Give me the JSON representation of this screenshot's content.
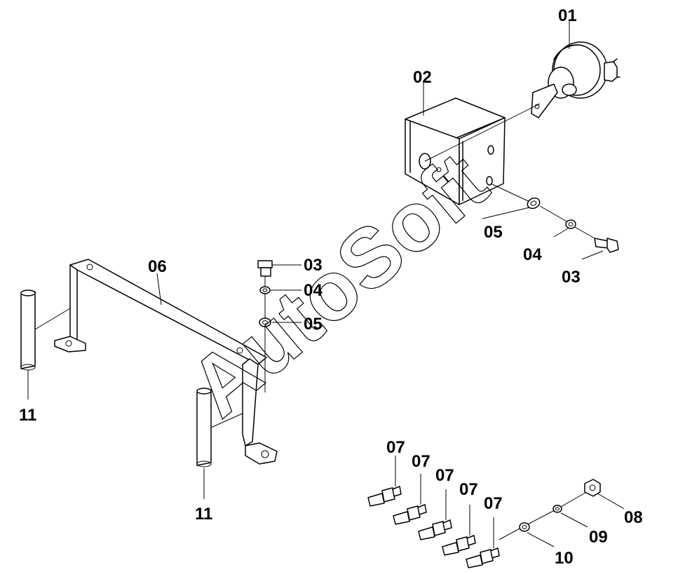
{
  "watermark": "AutoSoft",
  "callouts": [
    {
      "id": "c01",
      "label": "01"
    },
    {
      "id": "c02",
      "label": "02"
    },
    {
      "id": "c03a",
      "label": "03"
    },
    {
      "id": "c04a",
      "label": "04"
    },
    {
      "id": "c05a",
      "label": "05"
    },
    {
      "id": "c03b",
      "label": "03"
    },
    {
      "id": "c04b",
      "label": "04"
    },
    {
      "id": "c05b",
      "label": "05"
    },
    {
      "id": "c06",
      "label": "06"
    },
    {
      "id": "c07a",
      "label": "07"
    },
    {
      "id": "c07b",
      "label": "07"
    },
    {
      "id": "c07c",
      "label": "07"
    },
    {
      "id": "c07d",
      "label": "07"
    },
    {
      "id": "c07e",
      "label": "07"
    },
    {
      "id": "c08",
      "label": "08"
    },
    {
      "id": "c09",
      "label": "09"
    },
    {
      "id": "c10",
      "label": "10"
    },
    {
      "id": "c11a",
      "label": "11"
    },
    {
      "id": "c11b",
      "label": "11"
    }
  ]
}
